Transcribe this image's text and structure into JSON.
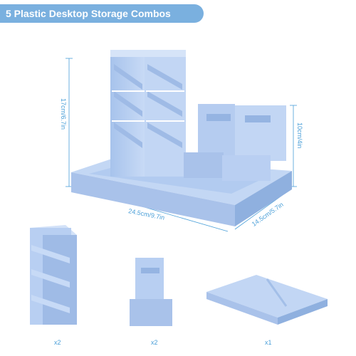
{
  "banner": {
    "title": "5 Plastic Desktop Storage Combos",
    "color": "#7ab0df"
  },
  "dimensions": {
    "height": "17cm/6.7in",
    "width": "24.5cm/9.7in",
    "depth": "14.5cm/5.7in",
    "cup_height": "10cm/4in"
  },
  "components": [
    {
      "name": "pen-holder-tower",
      "quantity": "x2"
    },
    {
      "name": "cup-holder",
      "quantity": "x2"
    },
    {
      "name": "tray",
      "quantity": "x1"
    }
  ],
  "colors": {
    "plastic": "#b7cff0",
    "plastic_dark": "#95b4e2",
    "accent": "#4a9fd8"
  }
}
